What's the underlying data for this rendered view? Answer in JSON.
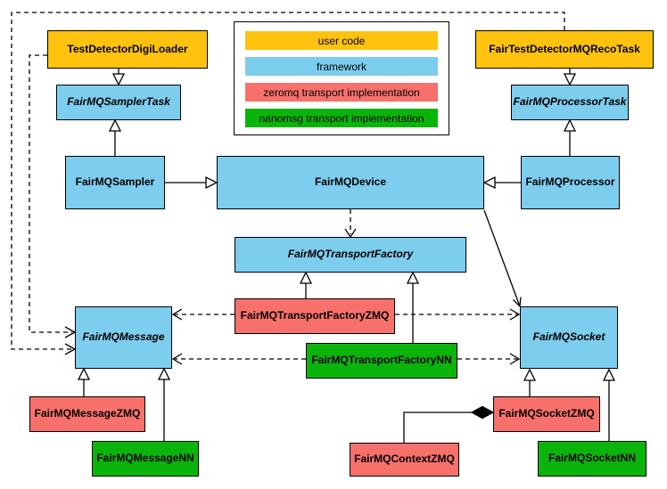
{
  "legend": {
    "items": [
      {
        "label": "user code",
        "color": "#ffc20e"
      },
      {
        "label": "framework",
        "color": "#7dcdee"
      },
      {
        "label": "zeromq transport implementation",
        "color": "#f8706c"
      },
      {
        "label": "nanomsg transport implementation",
        "color": "#0bb40a"
      }
    ]
  },
  "nodes": [
    {
      "label": "TestDetectorDigiLoader",
      "category": "user code",
      "abstract": false
    },
    {
      "label": "FairTestDetectorMQRecoTask",
      "category": "user code",
      "abstract": false
    },
    {
      "label": "FairMQSamplerTask",
      "category": "framework",
      "abstract": true
    },
    {
      "label": "FairMQProcessorTask",
      "category": "framework",
      "abstract": true
    },
    {
      "label": "FairMQSampler",
      "category": "framework",
      "abstract": false
    },
    {
      "label": "FairMQDevice",
      "category": "framework",
      "abstract": false
    },
    {
      "label": "FairMQProcessor",
      "category": "framework",
      "abstract": false
    },
    {
      "label": "FairMQTransportFactory",
      "category": "framework",
      "abstract": true
    },
    {
      "label": "FairMQTransportFactoryZMQ",
      "category": "zeromq",
      "abstract": false
    },
    {
      "label": "FairMQTransportFactoryNN",
      "category": "nanomsg",
      "abstract": false
    },
    {
      "label": "FairMQMessage",
      "category": "framework",
      "abstract": true
    },
    {
      "label": "FairMQSocket",
      "category": "framework",
      "abstract": true
    },
    {
      "label": "FairMQMessageZMQ",
      "category": "zeromq",
      "abstract": false
    },
    {
      "label": "FairMQMessageNN",
      "category": "nanomsg",
      "abstract": false
    },
    {
      "label": "FairMQContextZMQ",
      "category": "zeromq",
      "abstract": false
    },
    {
      "label": "FairMQSocketZMQ",
      "category": "zeromq",
      "abstract": false
    },
    {
      "label": "FairMQSocketNN",
      "category": "nanomsg",
      "abstract": false
    }
  ],
  "edges": [
    {
      "from": "TestDetectorDigiLoader",
      "to": "FairMQSamplerTask",
      "type": "inheritance"
    },
    {
      "from": "FairMQSampler",
      "to": "FairMQSamplerTask",
      "type": "inheritance"
    },
    {
      "from": "FairTestDetectorMQRecoTask",
      "to": "FairMQProcessorTask",
      "type": "inheritance"
    },
    {
      "from": "FairMQProcessor",
      "to": "FairMQProcessorTask",
      "type": "inheritance"
    },
    {
      "from": "FairMQSampler",
      "to": "FairMQDevice",
      "type": "inheritance"
    },
    {
      "from": "FairMQProcessor",
      "to": "FairMQDevice",
      "type": "inheritance"
    },
    {
      "from": "FairMQDevice",
      "to": "FairMQTransportFactory",
      "type": "dependency"
    },
    {
      "from": "FairMQDevice",
      "to": "FairMQSocket",
      "type": "association"
    },
    {
      "from": "FairMQTransportFactoryZMQ",
      "to": "FairMQTransportFactory",
      "type": "inheritance"
    },
    {
      "from": "FairMQTransportFactoryNN",
      "to": "FairMQTransportFactory",
      "type": "inheritance"
    },
    {
      "from": "FairMQTransportFactoryZMQ",
      "to": "FairMQMessage",
      "type": "dependency"
    },
    {
      "from": "FairMQTransportFactoryZMQ",
      "to": "FairMQSocket",
      "type": "dependency"
    },
    {
      "from": "FairMQTransportFactoryNN",
      "to": "FairMQMessage",
      "type": "dependency"
    },
    {
      "from": "FairMQTransportFactoryNN",
      "to": "FairMQSocket",
      "type": "dependency"
    },
    {
      "from": "TestDetectorDigiLoader",
      "to": "FairMQMessage",
      "type": "dependency"
    },
    {
      "from": "FairTestDetectorMQRecoTask",
      "to": "FairMQMessage",
      "type": "dependency"
    },
    {
      "from": "FairMQMessageZMQ",
      "to": "FairMQMessage",
      "type": "inheritance"
    },
    {
      "from": "FairMQMessageNN",
      "to": "FairMQMessage",
      "type": "inheritance"
    },
    {
      "from": "FairMQSocketZMQ",
      "to": "FairMQSocket",
      "type": "inheritance"
    },
    {
      "from": "FairMQSocketNN",
      "to": "FairMQSocket",
      "type": "inheritance"
    },
    {
      "from": "FairMQContextZMQ",
      "to": "FairMQSocketZMQ",
      "type": "composition"
    }
  ]
}
